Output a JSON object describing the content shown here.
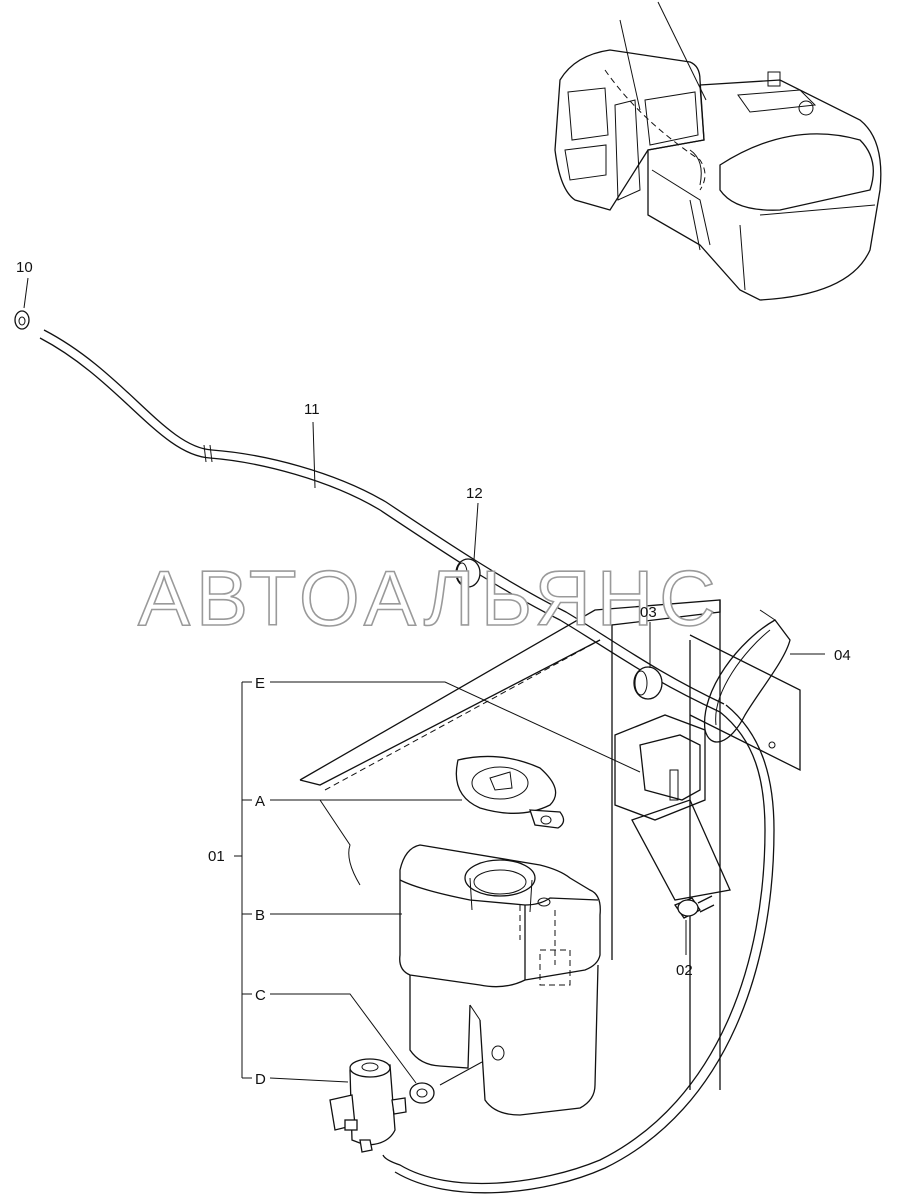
{
  "watermark": "АВТОАЛЬЯНС",
  "callouts": {
    "p10": "10",
    "p11": "11",
    "p12": "12",
    "p03": "03",
    "p04": "04",
    "p01": "01",
    "p02": "02",
    "E": "E",
    "A": "A",
    "B": "B",
    "C": "C",
    "D": "D"
  }
}
